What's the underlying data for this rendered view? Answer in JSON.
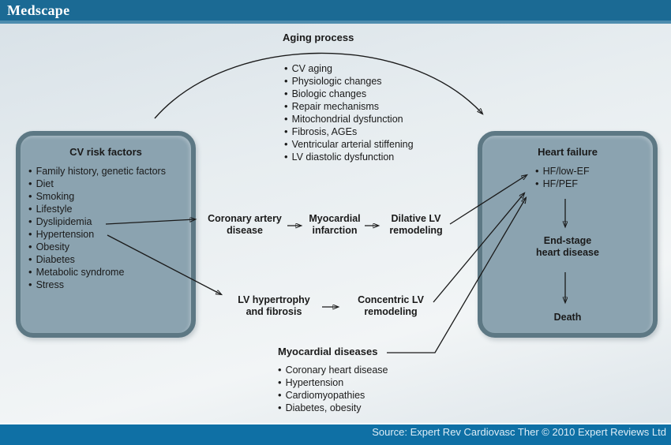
{
  "header": {
    "logo": "Medscape"
  },
  "footer": {
    "source": "Source: Expert Rev Cardiovasc Ther © 2010 Expert Reviews Ltd"
  },
  "colors": {
    "header_bg": "#1b6a94",
    "header_strip": "#4d8cae",
    "footer_bg": "#0f70a5",
    "panel_fill": "#8ba3b0",
    "panel_border": "#5d7884",
    "text": "#1a1a1a"
  },
  "aging": {
    "title": "Aging process",
    "items": [
      "CV aging",
      "Physiologic changes",
      "Biologic changes",
      "Repair mechanisms",
      "Mitochondrial dysfunction",
      "Fibrosis, AGEs",
      "Ventricular arterial stiffening",
      "LV diastolic dysfunction"
    ]
  },
  "cv_risk": {
    "title": "CV risk factors",
    "items": [
      "Family history, genetic factors",
      "Diet",
      "Smoking",
      "Lifestyle",
      "Dyslipidemia",
      "Hypertension",
      "Obesity",
      "Diabetes",
      "Metabolic syndrome",
      "Stress"
    ]
  },
  "heart_failure": {
    "title": "Heart failure",
    "items": [
      "HF/low-EF",
      "HF/PEF"
    ],
    "end_stage": "End-stage\nheart disease",
    "death": "Death"
  },
  "flow": {
    "cad": "Coronary artery\ndisease",
    "mi": "Myocardial\ninfarction",
    "dilative": "Dilative LV\nremodeling",
    "lvh": "LV hypertrophy\nand fibrosis",
    "concentric": "Concentric LV\nremodeling"
  },
  "myocardial": {
    "title": "Myocardial diseases",
    "items": [
      "Coronary heart disease",
      "Hypertension",
      "Cardiomyopathies",
      "Diabetes, obesity"
    ]
  }
}
